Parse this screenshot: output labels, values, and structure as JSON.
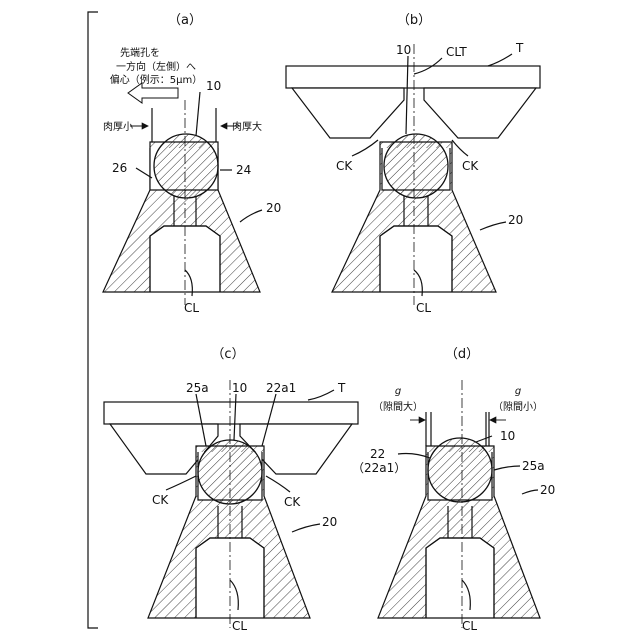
{
  "panels": [
    {
      "id": "a",
      "label": "（a）"
    },
    {
      "id": "b",
      "label": "（b）"
    },
    {
      "id": "c",
      "label": "（c）"
    },
    {
      "id": "d",
      "label": "（d）"
    }
  ],
  "panel_a": {
    "note_line1": "先端孔を",
    "note_line2": "一方向（左側）へ",
    "note_line3": "偏心（例示：5μm）",
    "ball": "10",
    "thin_side": "肉厚小",
    "thick_side": "肉厚大",
    "left_recess": "26",
    "right_recess": "24",
    "body": "20",
    "axis": "CL"
  },
  "panel_b": {
    "ball": "10",
    "tool_axis": "CLT",
    "tool": "T",
    "ck_left": "CK",
    "ck_right": "CK",
    "body": "20",
    "axis": "CL"
  },
  "panel_c": {
    "seat": "25a",
    "ball": "10",
    "edge": "22a1",
    "tool": "T",
    "ck_left": "CK",
    "ck_right": "CK",
    "body": "20",
    "axis": "CL"
  },
  "panel_d": {
    "gap_left_symbol": "g",
    "gap_left_text": "（隙間大）",
    "gap_right_symbol": "g",
    "gap_right_text": "（隙間小）",
    "ball": "10",
    "edge": "22",
    "edge_sub": "（22a1）",
    "seat": "25a",
    "body": "20",
    "axis": "CL"
  }
}
